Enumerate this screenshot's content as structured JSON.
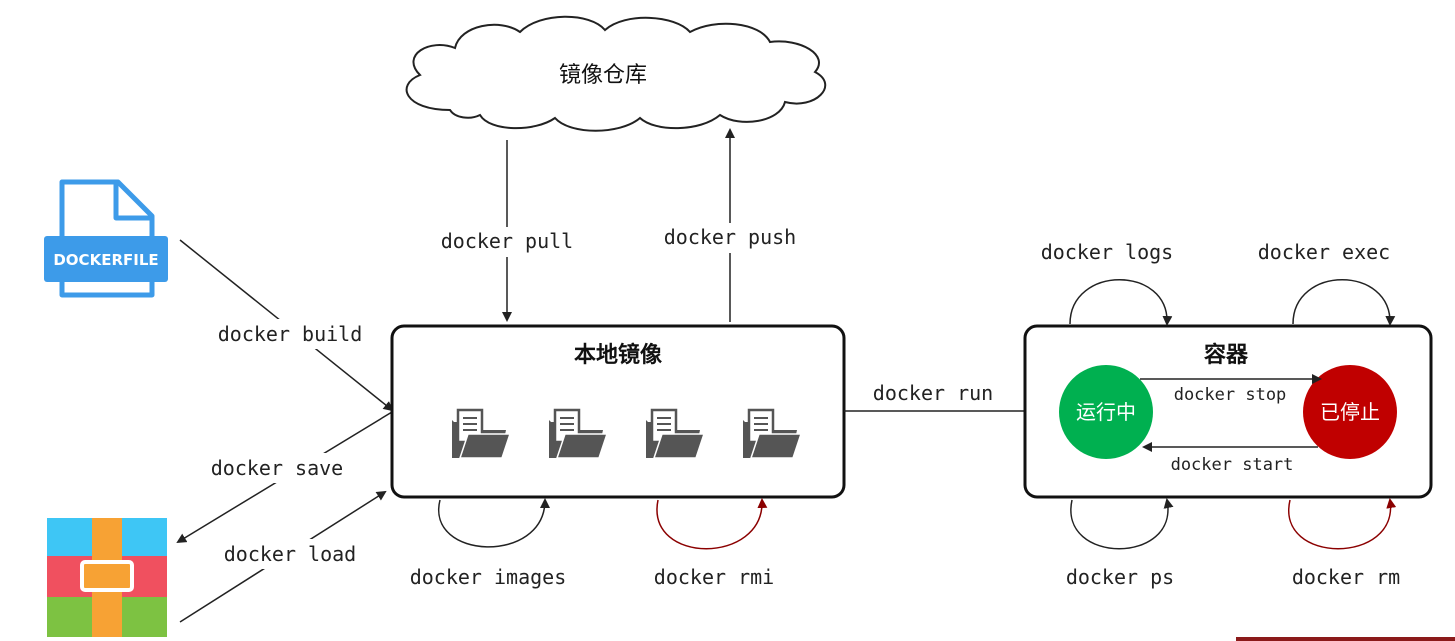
{
  "registry": {
    "label": "镜像仓库"
  },
  "local_images": {
    "label": "本地镜像",
    "image_count": 4
  },
  "container": {
    "label": "容器",
    "running": {
      "label": "运行中",
      "color": "#00b050"
    },
    "stopped": {
      "label": "已停止",
      "color": "#c00000"
    }
  },
  "dockerfile_icon": {
    "label": "DOCKERFILE",
    "color": "#3d9be9"
  },
  "archive_icon": {
    "colors": [
      "#3ec6f5",
      "#f0505f",
      "#7dc242",
      "#f7a234"
    ]
  },
  "commands": {
    "pull": "docker pull",
    "push": "docker push",
    "build": "docker build",
    "save": "docker save",
    "load": "docker load",
    "images": "docker images",
    "rmi": "docker rmi",
    "run": "docker run",
    "logs": "docker logs",
    "exec": "docker exec",
    "stop": "docker stop",
    "start": "docker start",
    "ps": "docker ps",
    "rm": "docker rm"
  },
  "colors": {
    "line": "#222222",
    "delete_accent": "#8b0000"
  }
}
